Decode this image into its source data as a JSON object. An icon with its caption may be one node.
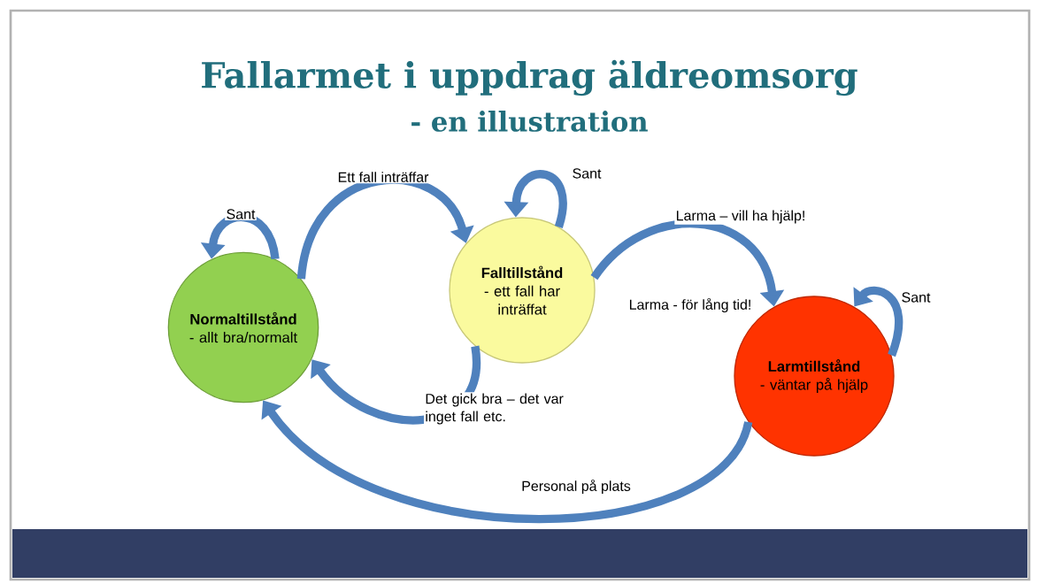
{
  "diagram": {
    "title": "Fallarmet i uppdrag äldreomsorg",
    "caption": "- en illustration",
    "nodes": [
      {
        "text": [
          "Normaltillstånd",
          "- allt bra/normalt"
        ]
      },
      {
        "text": [
          "Falltillstånd",
          "- ett fall har inträffat"
        ]
      },
      {
        "text": [
          "Larmtillstånd",
          "- väntar på hjälp"
        ]
      }
    ],
    "edges": [
      {
        "from": 0,
        "to": 0,
        "arrow": "to",
        "label": "Sant"
      },
      {
        "from": 0,
        "to": 1,
        "arrow": "to",
        "label": "Ett fall inträffar"
      },
      {
        "from": 1,
        "to": 1,
        "arrow": "to",
        "label": "Sant"
      },
      {
        "from": 1,
        "to": 0,
        "arrow": "to",
        "label": "Det gick bra – det var inget fall etc."
      },
      {
        "from": 1,
        "to": 2,
        "arrow": "to",
        "label": "Larma – vill ha hjälp!"
      },
      {
        "from": 2,
        "to": 2,
        "arrow": "to",
        "label": "Sant"
      },
      {
        "from": 2,
        "to": 0,
        "arrow": "to",
        "label": "Personal på plats"
      }
    ],
    "labels": [
      "Larma - för lång tid!"
    ]
  }
}
